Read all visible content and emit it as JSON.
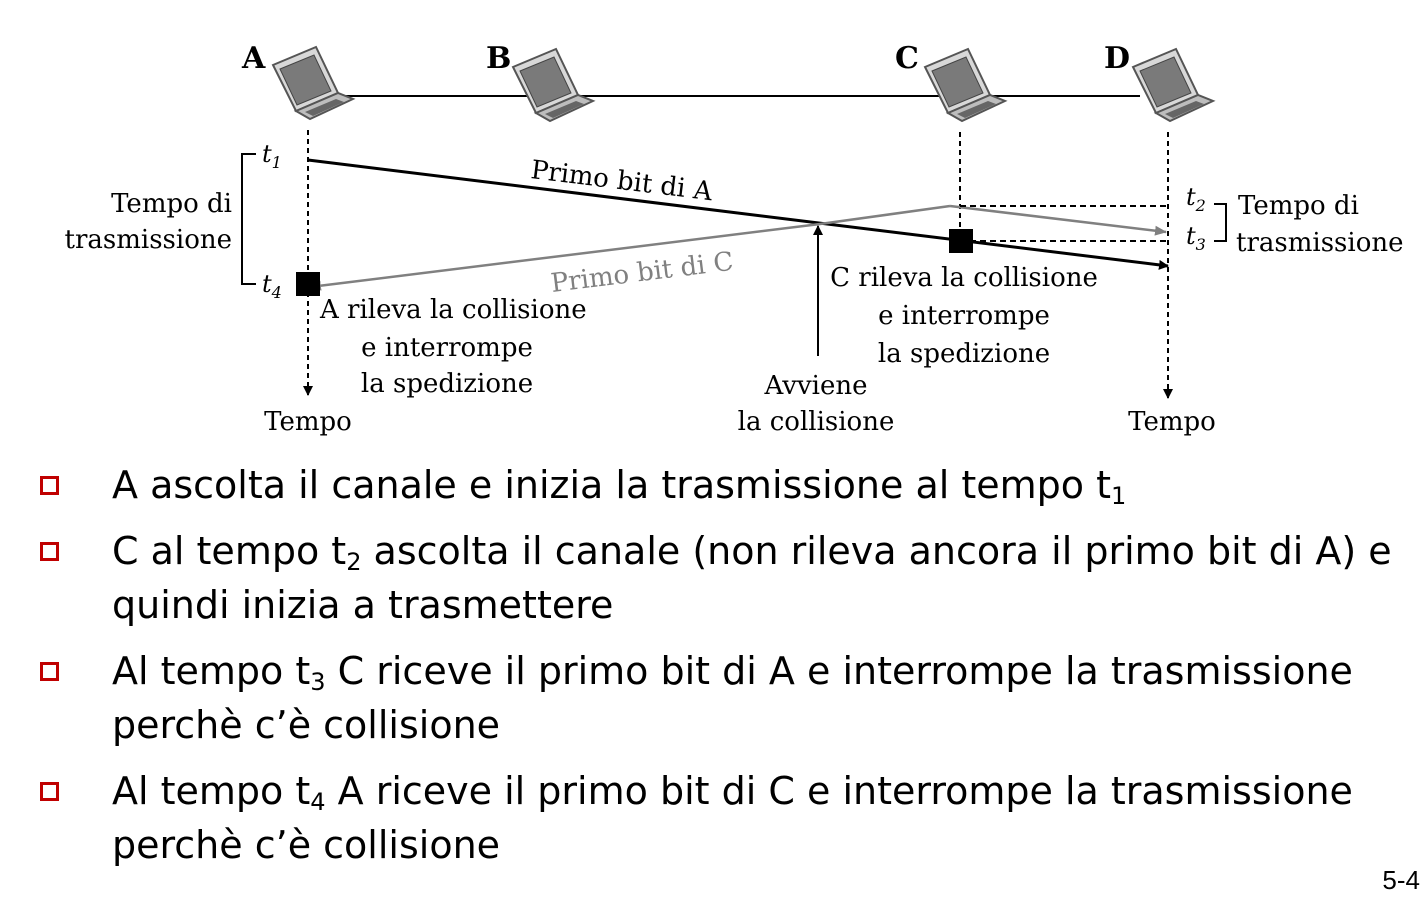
{
  "nodes": [
    {
      "label": "A",
      "icon": "laptop-icon"
    },
    {
      "label": "B",
      "icon": "laptop-icon"
    },
    {
      "label": "C",
      "icon": "laptop-icon"
    },
    {
      "label": "D",
      "icon": "laptop-icon"
    }
  ],
  "diagram": {
    "t1": "t",
    "t1_sub": "1",
    "t2": "t",
    "t2_sub": "2",
    "t3": "t",
    "t3_sub": "3",
    "t4": "t",
    "t4_sub": "4",
    "tx_time_left": [
      "Tempo di",
      "trasmissione"
    ],
    "tx_time_right": [
      "Tempo di",
      "trasmissione"
    ],
    "first_bit_a": "Primo bit di A",
    "first_bit_c": "Primo bit di C",
    "a_detects": [
      "A rileva la collisione",
      "e interrompe",
      "la spedizione"
    ],
    "c_detects": [
      "C rileva la collisione",
      "e interrompe",
      "la spedizione"
    ],
    "collision": [
      "Avviene",
      "la collisione"
    ],
    "time_left": "Tempo",
    "time_right": "Tempo"
  },
  "bullets": [
    {
      "text": "A ascolta il canale e inizia la trasmissione al tempo t",
      "sub": "1",
      "rest": ""
    },
    {
      "text": "C al tempo t",
      "sub": "2",
      "rest": " ascolta il canale (non rileva ancora il primo bit di A) e quindi inizia a trasmettere"
    },
    {
      "text": "Al tempo t",
      "sub": "3",
      "rest": " C riceve il primo bit di A e interrompe la trasmissione perchè c’è collisione"
    },
    {
      "text": "Al tempo t",
      "sub": "4",
      "rest": " A riceve il primo bit di C e interrompe la trasmissione perchè c’è collisione"
    }
  ],
  "slide_number": "5-4",
  "colors": {
    "bullet_box": "#c00000",
    "signal_gray": "#808080"
  }
}
